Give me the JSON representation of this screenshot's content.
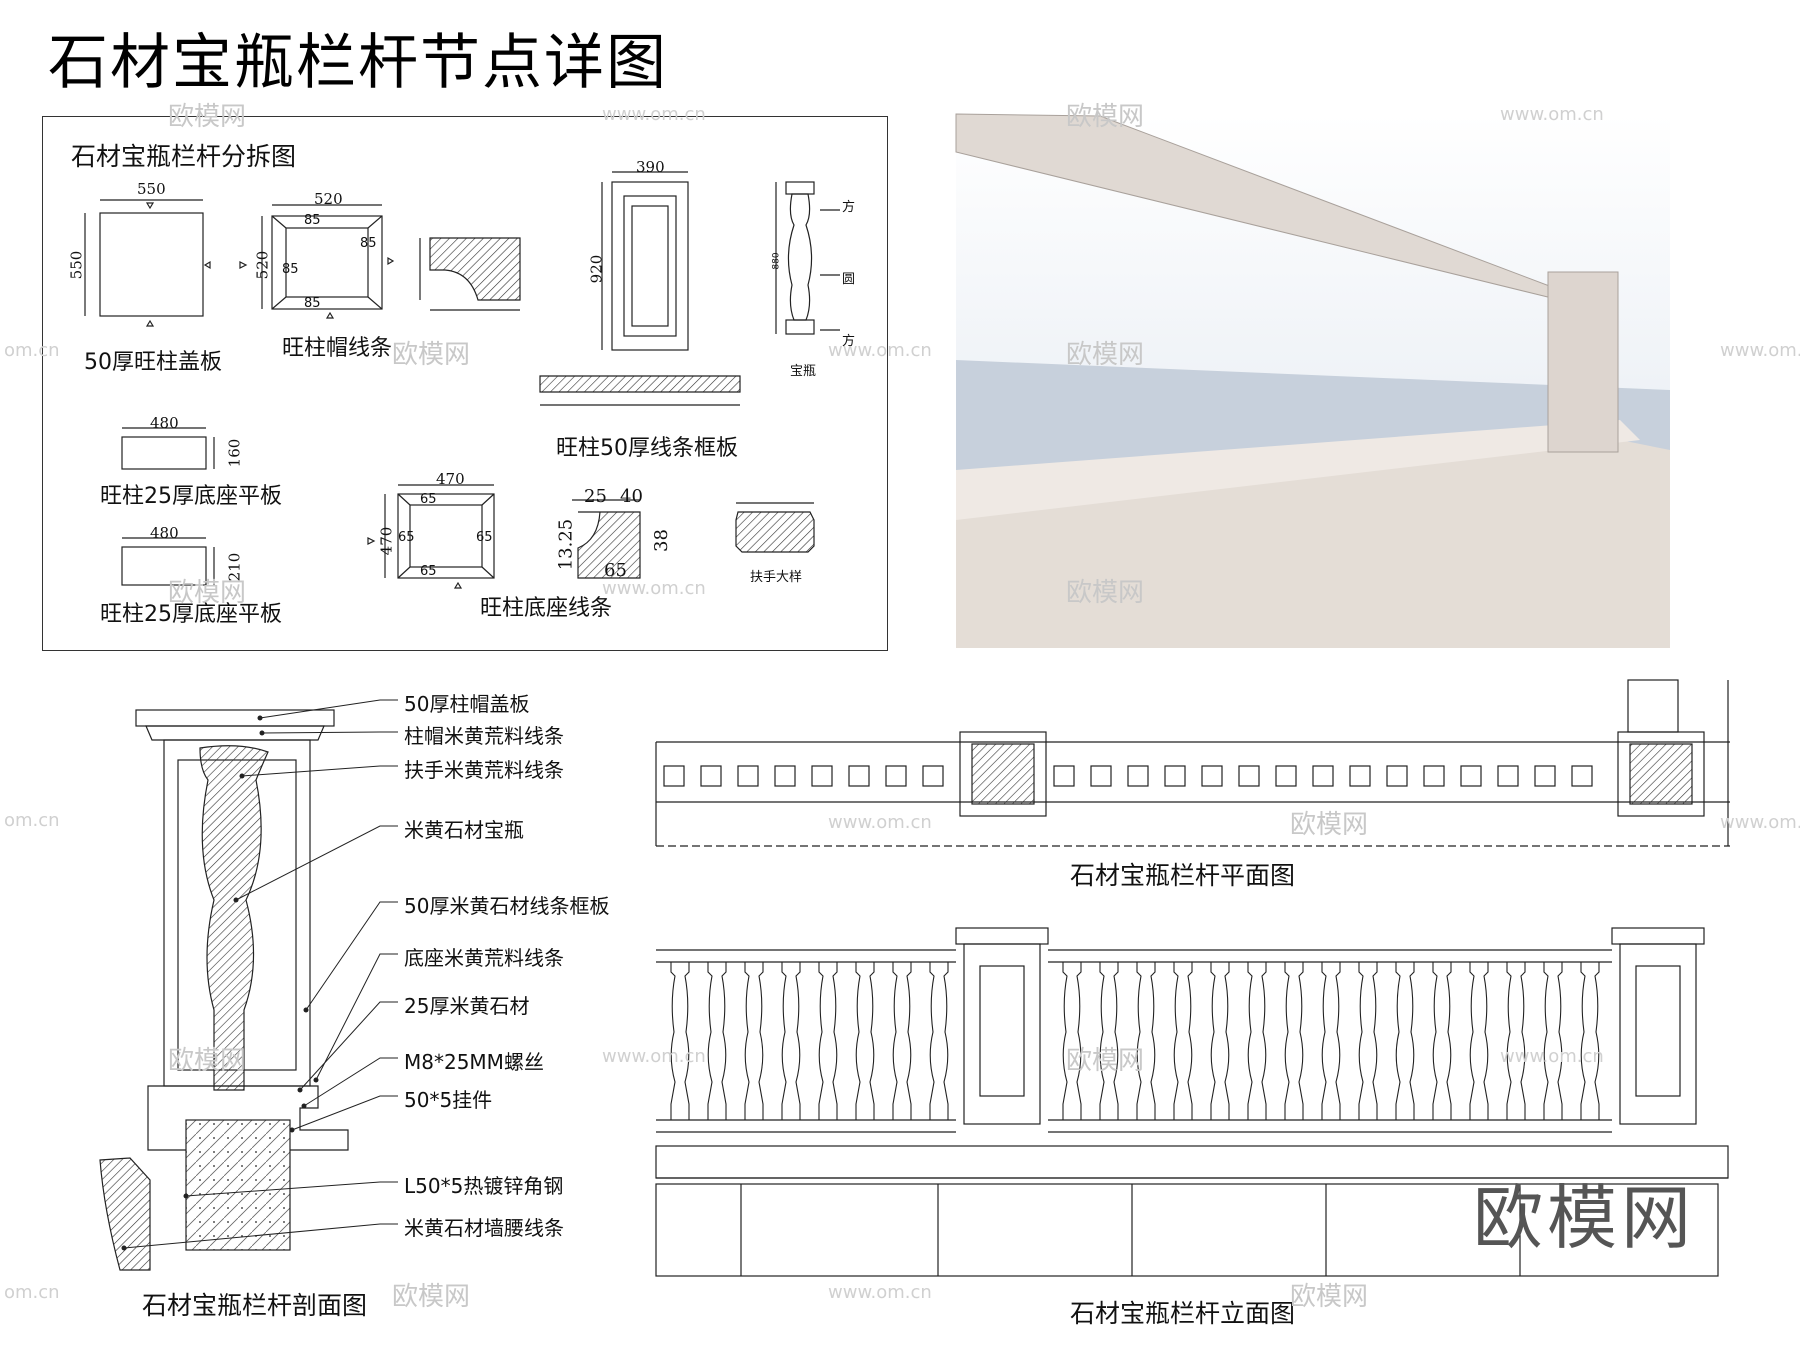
{
  "title": "石材宝瓶栏杆节点详图",
  "exploded": {
    "title": "石材宝瓶栏杆分拆图",
    "parts": {
      "cap_plate": "50厚旺柱盖板",
      "cap_molding": "旺柱帽线条",
      "frame_plate": "旺柱50厚线条框板",
      "base_plate_1": "旺柱25厚底座平板",
      "base_plate_2": "旺柱25厚底座平板",
      "base_molding": "旺柱底座线条",
      "baluster": "宝瓶",
      "handrail": "扶手大样"
    },
    "dims": {
      "cap_w": "550",
      "cap_h": "550",
      "mold_w": "520",
      "mold_h": "520",
      "mold_a": "85",
      "mold_b": "85",
      "mold_c": "85",
      "mold_d": "85",
      "frame_w": "390",
      "frame_h": "920",
      "base1_w": "480",
      "base1_h": "160",
      "base2_w": "480",
      "base2_h": "210",
      "basemold_w": "470",
      "basemold_h": "470",
      "basemold_a": "65",
      "basemold_b": "65",
      "basemold_c": "65",
      "basemold_d": "65",
      "prof_a": "25",
      "prof_b": "40",
      "prof_c": "38",
      "prof_d": "65",
      "prof_e": "13.25",
      "bal_h": "880",
      "bal_square_1": "方",
      "bal_round": "圆",
      "bal_square_2": "方"
    }
  },
  "section": {
    "caption": "石材宝瓶栏杆剖面图",
    "callouts": [
      "50厚柱帽盖板",
      "柱帽米黄荒料线条",
      "扶手米黄荒料线条",
      "米黄石材宝瓶",
      "50厚米黄石材线条框板",
      "底座米黄荒料线条",
      "25厚米黄石材",
      "M8*25MM螺丝",
      "50*5挂件",
      "L50*5热镀锌角钢",
      "米黄石材墙腰线条"
    ]
  },
  "plan": {
    "caption": "石材宝瓶栏杆平面图"
  },
  "elevation": {
    "caption": "石材宝瓶栏杆立面图"
  },
  "watermarks": {
    "logo": "欧模网",
    "url": "www.om.cn",
    "url_short": "om.cn"
  },
  "colors": {
    "line": "#222222",
    "stone": "#d9d2cc",
    "sky": "#c9d6e6"
  }
}
